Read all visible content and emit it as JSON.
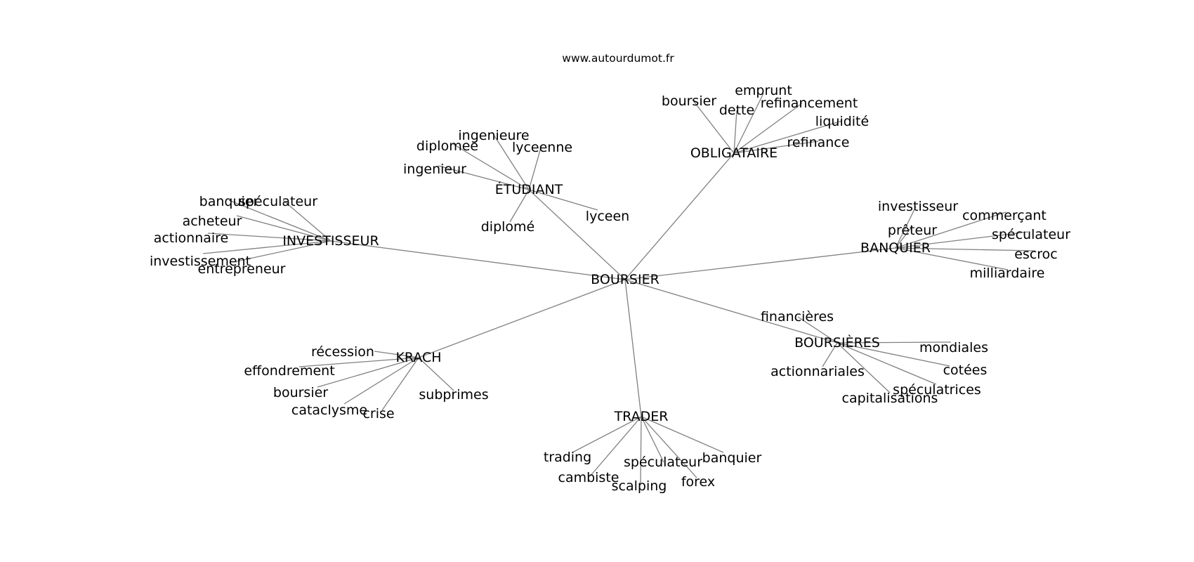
{
  "credit": "www.autourdumot.fr",
  "colors": {
    "edge": "#808080",
    "text": "#000000",
    "background": "#ffffff"
  },
  "graph": {
    "root": "BOURSIER",
    "clusters": [
      {
        "hub": "INVESTISSEUR",
        "leaves": [
          "banquier",
          "spéculateur",
          "acheteur",
          "actionnaire",
          "investissement",
          "entrepreneur"
        ]
      },
      {
        "hub": "ÉTUDIANT",
        "leaves": [
          "ingenieure",
          "diplomee",
          "lyceenne",
          "ingenieur",
          "lyceen",
          "diplomé"
        ]
      },
      {
        "hub": "OBLIGATAIRE",
        "leaves": [
          "boursier",
          "emprunt",
          "dette",
          "refinancement",
          "liquidité",
          "refinance"
        ]
      },
      {
        "hub": "BANQUIER",
        "leaves": [
          "investisseur",
          "commerçant",
          "prêteur",
          "spéculateur",
          "escroc",
          "milliardaire"
        ]
      },
      {
        "hub": "BOURSIÈRES",
        "leaves": [
          "financières",
          "mondiales",
          "actionnariales",
          "cotées",
          "spéculatrices",
          "capitalisations"
        ]
      },
      {
        "hub": "KRACH",
        "leaves": [
          "récession",
          "effondrement",
          "boursier",
          "subprimes",
          "cataclysme",
          "crise"
        ]
      },
      {
        "hub": "TRADER",
        "leaves": [
          "trading",
          "banquier",
          "spéculateur",
          "cambiste",
          "forex",
          "scalping"
        ]
      }
    ]
  }
}
